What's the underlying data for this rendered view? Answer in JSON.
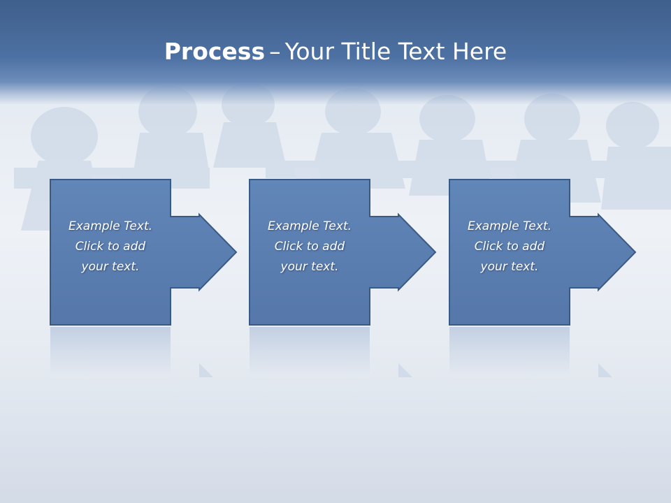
{
  "slide": {
    "title_bold": "Process",
    "title_separator": "–",
    "title_rest": "Your Title Text Here"
  },
  "colors": {
    "header": "#4d71a3",
    "shape_fill": "#5b7fb1",
    "shape_border": "#3a5a86",
    "text": "#ffffff"
  },
  "steps": [
    {
      "line1": "Example Text.",
      "line2": "Click  to add",
      "line3": "your text."
    },
    {
      "line1": "Example Text.",
      "line2": "Click  to add",
      "line3": "your text."
    },
    {
      "line1": "Example Text.",
      "line2": "Click  to add",
      "line3": "your text."
    }
  ]
}
